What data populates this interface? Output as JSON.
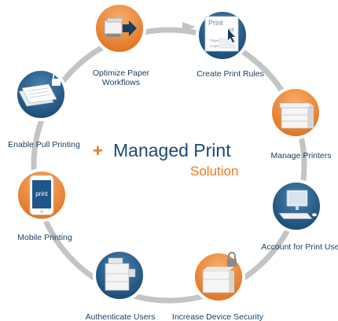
{
  "title": {
    "plus": "+",
    "main": "Managed Print",
    "sub": "Solution"
  },
  "steps": [
    {
      "label_lines": [
        "Optimize Paper",
        "Workflows"
      ],
      "icon": "paper-workflow-icon"
    },
    {
      "label_lines": [
        "Create Print Rules"
      ],
      "icon": "print-dialog-icon"
    },
    {
      "label_lines": [
        "Manage Printers"
      ],
      "icon": "printer-icon"
    },
    {
      "label_lines": [
        "Account for Print Use"
      ],
      "icon": "computer-icon"
    },
    {
      "label_lines": [
        "Increase Device Security"
      ],
      "icon": "locked-printer-icon"
    },
    {
      "label_lines": [
        "Authenticate Users"
      ],
      "icon": "multifunction-printer-icon"
    },
    {
      "label_lines": [
        "Mobile Printing"
      ],
      "icon": "smartphone-icon"
    },
    {
      "label_lines": [
        "Enable Pull Printing"
      ],
      "icon": "locked-documents-icon"
    }
  ],
  "print_dialog": {
    "heading": "Print",
    "field_1": "Pages",
    "field_2": "Copies",
    "option": "All"
  },
  "phone_screen_text": "print",
  "colors": {
    "orange": "#e87722",
    "navy": "#1c4b72",
    "ring_gray": "#c4c4c4",
    "label": "#1a3d5c"
  }
}
